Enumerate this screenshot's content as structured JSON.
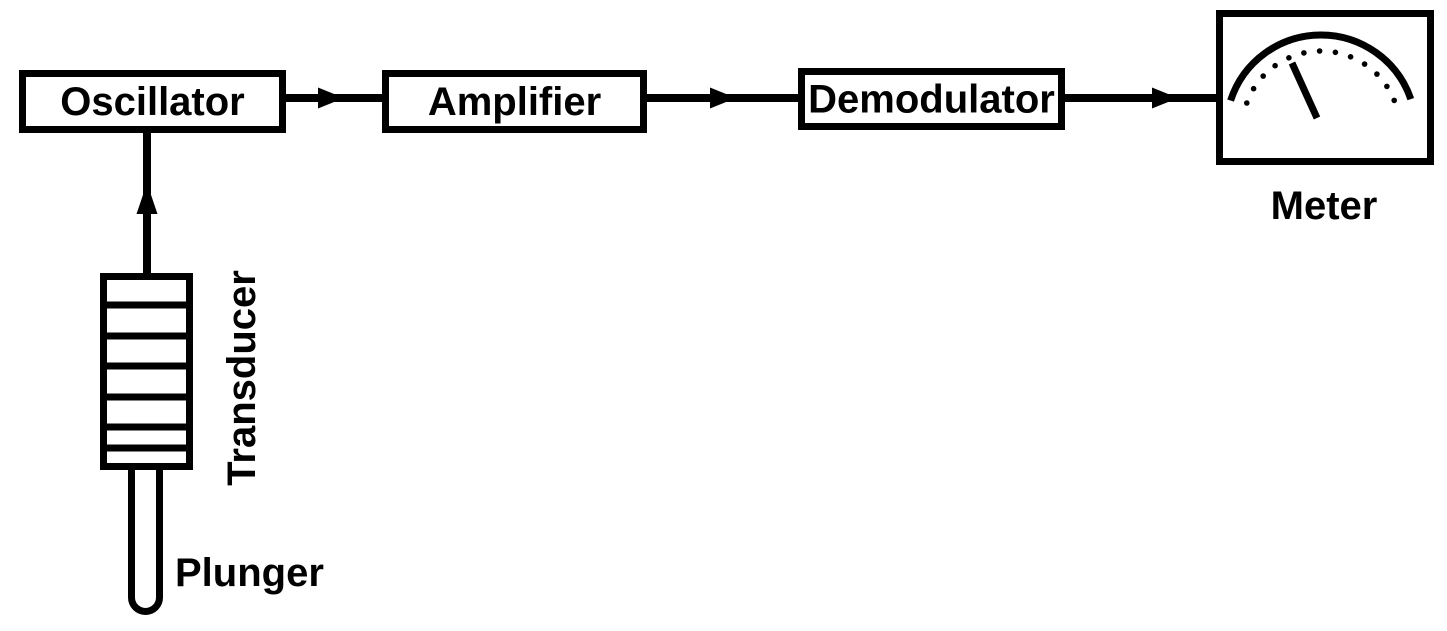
{
  "colors": {
    "ink": "#000000",
    "background": "#ffffff"
  },
  "blocks": {
    "oscillator": {
      "label": "Oscillator"
    },
    "amplifier": {
      "label": "Amplifier"
    },
    "demodulator": {
      "label": "Demodulator"
    }
  },
  "meter": {
    "label": "Meter"
  },
  "transducer": {
    "label": "Transducer"
  },
  "plunger": {
    "label": "Plunger"
  },
  "connections": [
    {
      "from": "Transducer",
      "to": "Oscillator",
      "direction": "up"
    },
    {
      "from": "Oscillator",
      "to": "Amplifier",
      "direction": "right"
    },
    {
      "from": "Amplifier",
      "to": "Demodulator",
      "direction": "right"
    },
    {
      "from": "Demodulator",
      "to": "Meter",
      "direction": "right"
    }
  ]
}
